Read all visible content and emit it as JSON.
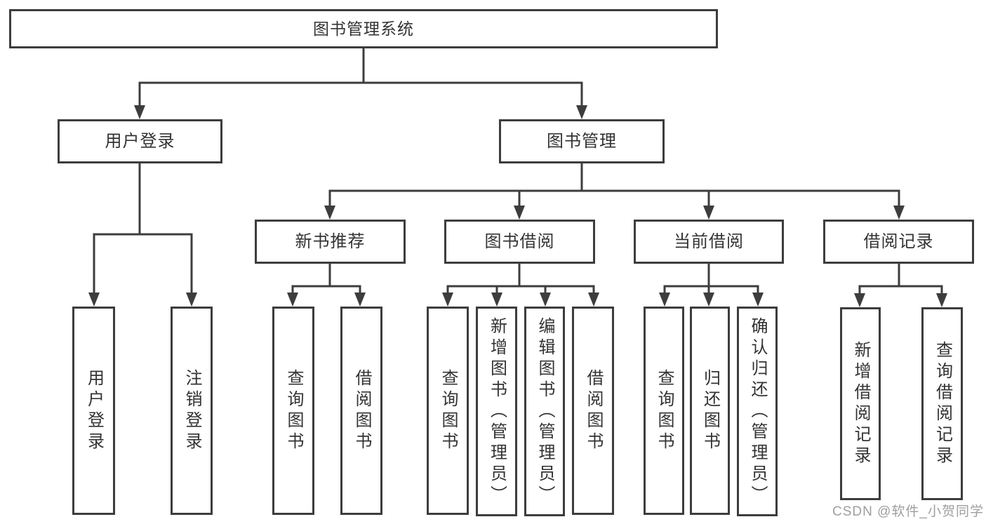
{
  "nodes": {
    "root": "图书管理系统",
    "user_login": "用户登录",
    "book_management": "图书管理",
    "new_book_recommend": "新书推荐",
    "book_borrow": "图书借阅",
    "current_borrow": "当前借阅",
    "borrow_record": "借阅记录",
    "leaf_user_login": "用户登录",
    "leaf_logout_login": "注销登录",
    "leaf_rec_query_book": "查询图书",
    "leaf_rec_borrow_book": "借阅图书",
    "leaf_bb_query_book": "查询图书",
    "leaf_bb_add_book": "新增图书（管理员）",
    "leaf_bb_edit_book": "编辑图书（管理员）",
    "leaf_bb_borrow_book": "借阅图书",
    "leaf_cb_query_book": "查询图书",
    "leaf_cb_return_book": "归还图书",
    "leaf_cb_confirm_return": "确认归还（管理员）",
    "leaf_br_add_record": "新增借阅记录",
    "leaf_br_query_record": "查询借阅记录"
  },
  "watermark": "CSDN @软件_小贺同学",
  "colors": {
    "line": "#3d3d3d",
    "text": "#333333",
    "watermark": "#9e9e9e",
    "background": "#ffffff"
  }
}
